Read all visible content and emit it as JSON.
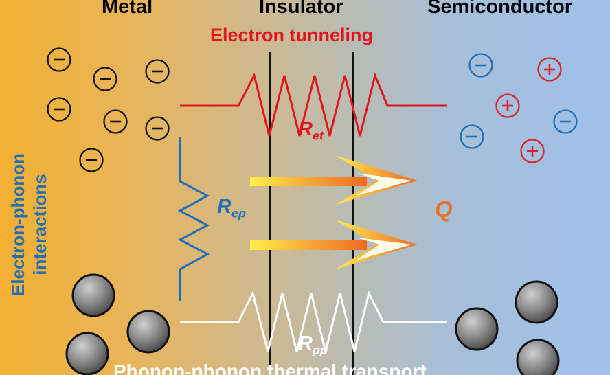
{
  "headers": {
    "metal": "Metal",
    "insulator": "Insulator",
    "semiconductor": "Semiconductor"
  },
  "labels": {
    "electron_tunneling": "Electron tunneling",
    "r_et": {
      "symbol": "R",
      "subscript": "et"
    },
    "r_ep": {
      "symbol": "R",
      "subscript": "ep"
    },
    "r_pp": {
      "symbol": "R",
      "subscript": "pp"
    },
    "q": "Q",
    "side_line1": "Electron-phonon",
    "side_line2": "interactions",
    "bottom_caption": "Phonon-phonon thermal transport"
  },
  "colors": {
    "electron_tunneling": "#e0161e",
    "electron_phonon": "#1f6eb7",
    "phonon_phonon": "#ffffff",
    "heat_flow": "#ee6a23",
    "metal_background": "#f2b033",
    "semiconductor_background": "#9ec0ea"
  },
  "particles": {
    "metal_electrons": 7,
    "semiconductor_electrons": 3,
    "semiconductor_holes": 3,
    "metal_phonons": 3,
    "semiconductor_phonons": 3
  }
}
